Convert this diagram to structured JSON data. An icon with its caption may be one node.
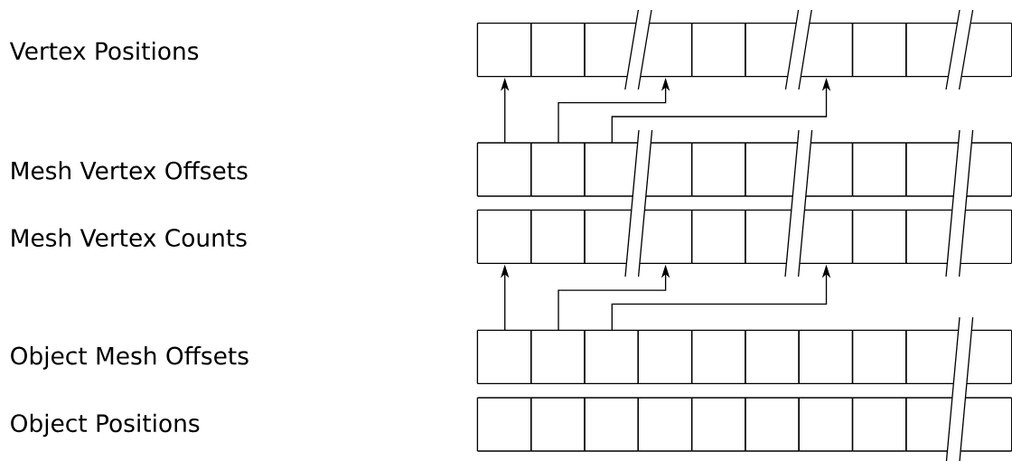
{
  "diagram": {
    "nodes": [
      {
        "text": [
          "Vertex Positions"
        ]
      },
      {
        "text": [],
        "shape": "box"
      },
      {
        "text": [],
        "shape": "box"
      },
      {
        "text": [],
        "shape": "box"
      },
      {
        "text": [],
        "shape": "box"
      },
      {
        "text": [],
        "shape": "box"
      },
      {
        "text": [],
        "shape": "box"
      },
      {
        "text": [],
        "shape": "box"
      },
      {
        "text": [],
        "shape": "box"
      },
      {
        "text": [],
        "shape": "box"
      },
      {
        "text": [],
        "shape": "box"
      },
      {
        "text": [
          "Mesh Vertex Offsets"
        ]
      },
      {
        "text": [],
        "shape": "box"
      },
      {
        "text": [],
        "shape": "box"
      },
      {
        "text": [],
        "shape": "box"
      },
      {
        "text": [],
        "shape": "box"
      },
      {
        "text": [],
        "shape": "box"
      },
      {
        "text": [],
        "shape": "box"
      },
      {
        "text": [],
        "shape": "box"
      },
      {
        "text": [],
        "shape": "box"
      },
      {
        "text": [],
        "shape": "box"
      },
      {
        "text": [],
        "shape": "box"
      },
      {
        "text": [
          "Mesh Vertex Counts"
        ]
      },
      {
        "text": [],
        "shape": "box"
      },
      {
        "text": [],
        "shape": "box"
      },
      {
        "text": [],
        "shape": "box"
      },
      {
        "text": [],
        "shape": "box"
      },
      {
        "text": [],
        "shape": "box"
      },
      {
        "text": [],
        "shape": "box"
      },
      {
        "text": [],
        "shape": "box"
      },
      {
        "text": [],
        "shape": "box"
      },
      {
        "text": [],
        "shape": "box"
      },
      {
        "text": [],
        "shape": "box"
      },
      {
        "text": [
          "Object Mesh Offsets"
        ]
      },
      {
        "text": [],
        "shape": "box"
      },
      {
        "text": [],
        "shape": "box"
      },
      {
        "text": [],
        "shape": "box"
      },
      {
        "text": [],
        "shape": "box"
      },
      {
        "text": [],
        "shape": "box"
      },
      {
        "text": [],
        "shape": "box"
      },
      {
        "text": [],
        "shape": "box"
      },
      {
        "text": [],
        "shape": "box"
      },
      {
        "text": [],
        "shape": "box"
      },
      {
        "text": [],
        "shape": "box"
      },
      {
        "text": [
          "Object Positions"
        ]
      },
      {
        "text": [],
        "shape": "box"
      },
      {
        "text": [],
        "shape": "box"
      },
      {
        "text": [],
        "shape": "box"
      },
      {
        "text": [],
        "shape": "box"
      },
      {
        "text": [],
        "shape": "box"
      },
      {
        "text": [],
        "shape": "box"
      },
      {
        "text": [],
        "shape": "box"
      },
      {
        "text": [],
        "shape": "box"
      },
      {
        "text": [],
        "shape": "box"
      },
      {
        "text": [],
        "shape": "box"
      }
    ],
    "edges": [
      {
        "from": 12,
        "to": 1,
        "arrow": "to"
      },
      {
        "from": 13,
        "to": 4,
        "arrow": "to"
      },
      {
        "from": 14,
        "to": 7,
        "arrow": "to"
      },
      {
        "from": 34,
        "to": 23,
        "arrow": "to"
      },
      {
        "from": 35,
        "to": 26,
        "arrow": "to"
      },
      {
        "from": 36,
        "to": 29,
        "arrow": "to"
      }
    ]
  }
}
